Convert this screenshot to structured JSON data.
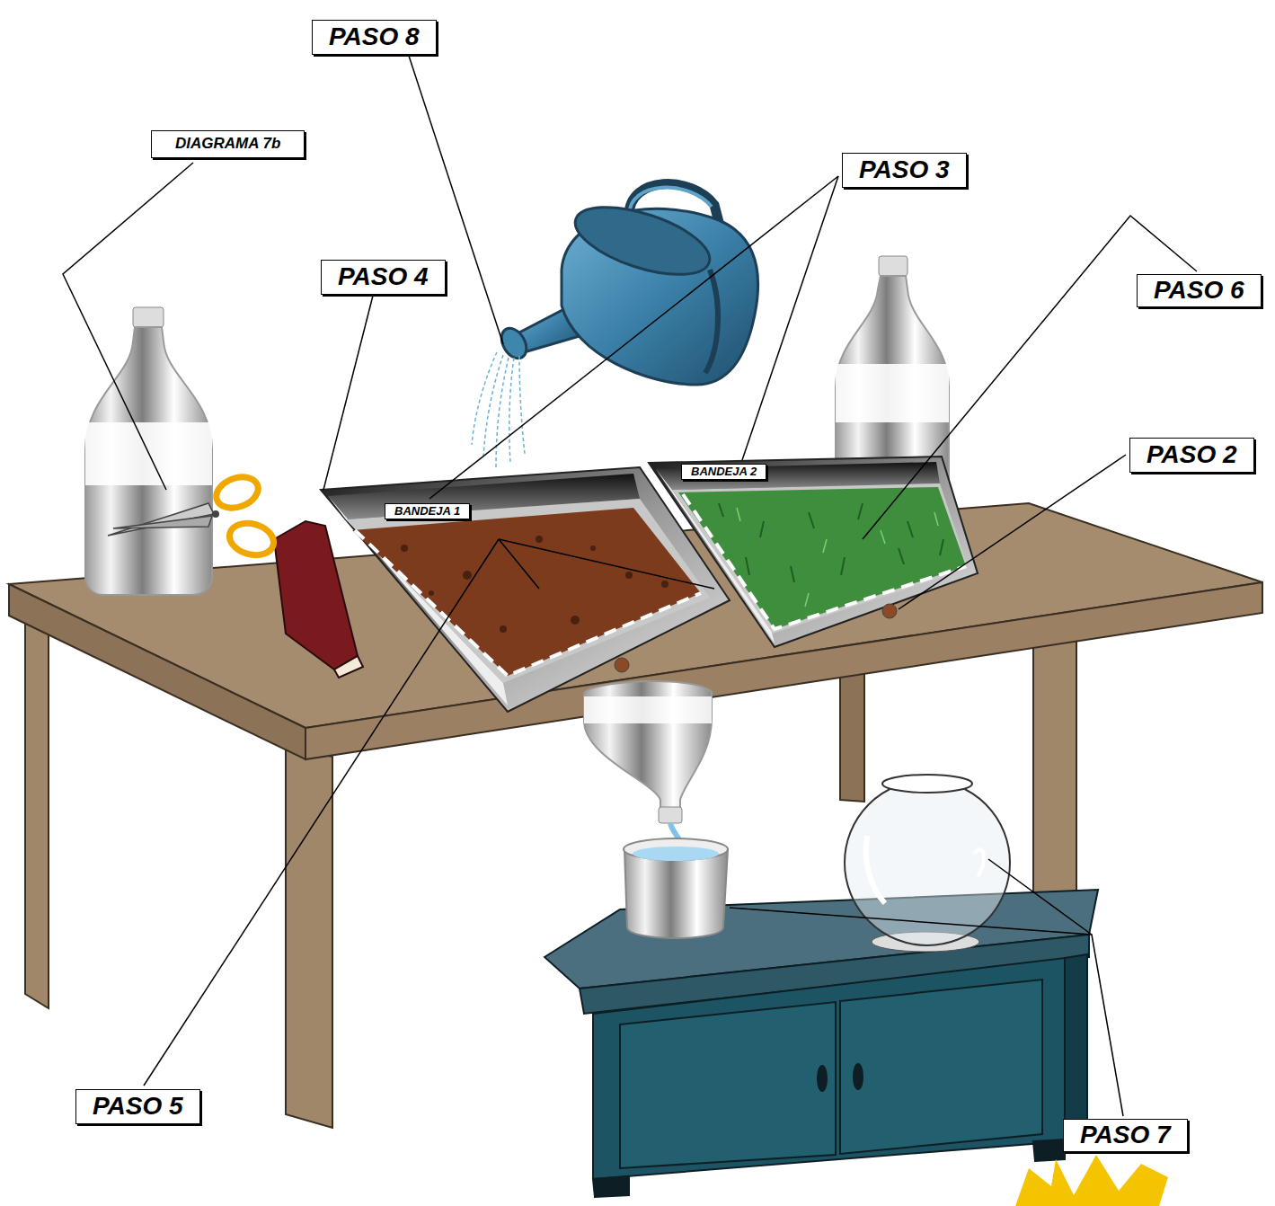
{
  "diagram": {
    "nodes": [
      {
        "text": [
          "PASO 8"
        ]
      },
      {
        "text": [
          "DIAGRAMA 7b"
        ]
      },
      {
        "text": [
          "PASO 3"
        ]
      },
      {
        "text": [
          "PASO 4"
        ]
      },
      {
        "text": [
          "PASO 6"
        ]
      },
      {
        "text": [
          "BANDEJA 2"
        ]
      },
      {
        "text": [
          "PASO 2"
        ]
      },
      {
        "text": [
          "BANDEJA 1"
        ]
      },
      {
        "text": [
          "PASO 5"
        ]
      },
      {
        "text": [
          "PASO 7"
        ]
      }
    ]
  }
}
